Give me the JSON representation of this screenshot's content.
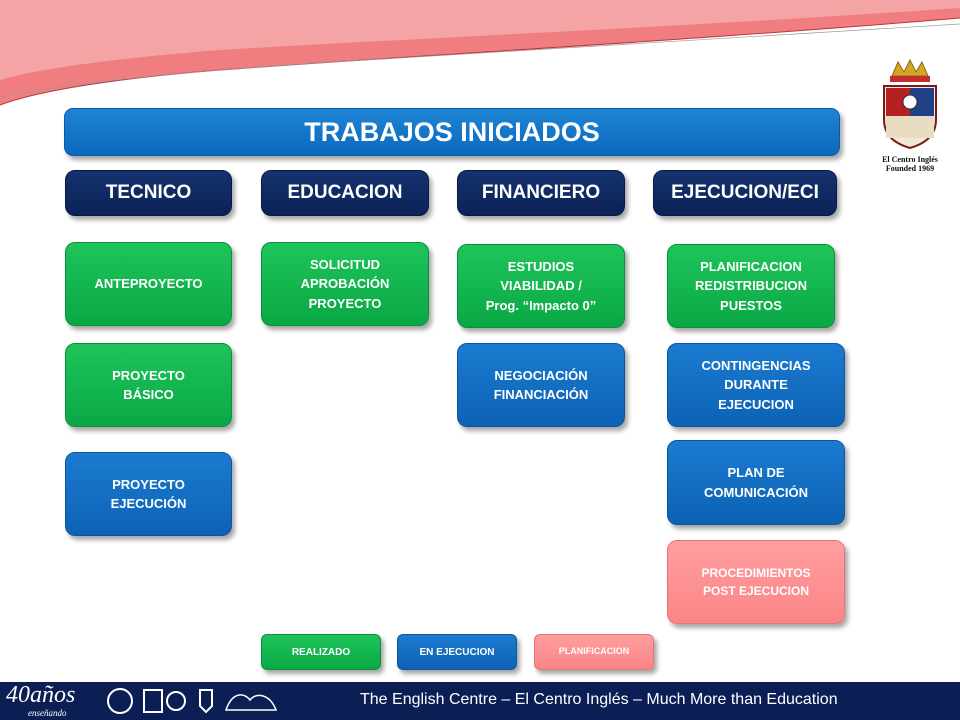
{
  "slide": {
    "title": "TRABAJOS INICIADOS",
    "columns": [
      {
        "header": "TECNICO"
      },
      {
        "header": "EDUCACION"
      },
      {
        "header": "FINANCIERO"
      },
      {
        "header": "EJECUCION/ECI"
      }
    ],
    "tecnico": [
      "ANTEPROYECTO",
      "PROYECTO\nBÁSICO",
      "PROYECTO\nEJECUCIÓN"
    ],
    "educacion": [
      "SOLICITUD\nAPROBACIÓN\nPROYECTO"
    ],
    "financiero": [
      "ESTUDIOS\nVIABILIDAD /\nProg. “Impacto 0”",
      "NEGOCIACIÓN\nFINANCIACIÓN"
    ],
    "ejecucion": [
      "PLANIFICACION\nREDISTRIBUCION\nPUESTOS",
      "CONTINGENCIAS\nDURANTE\nEJECUCION",
      "PLAN DE\nCOMUNICACIÓN",
      "PROCEDIMIENTOS\nPOST EJECUCION"
    ]
  },
  "legend": {
    "realizado": "REALIZADO",
    "en_ejecucion": "EN EJECUCION",
    "planificacion": "PLANIFICACION"
  },
  "crest": {
    "line1": "El Centro Inglés",
    "line2": "Founded 1969"
  },
  "footer": {
    "tagline": "The English Centre – El Centro Inglés – Much More than Education",
    "logo_text": "40años",
    "logo_sub": "enseñando"
  },
  "colors": {
    "realizado": "#12b54f",
    "en_ejecucion": "#0d6ec4",
    "planificacion": "#fb8587",
    "header": "#0b2257",
    "footer": "#0b1f55"
  }
}
